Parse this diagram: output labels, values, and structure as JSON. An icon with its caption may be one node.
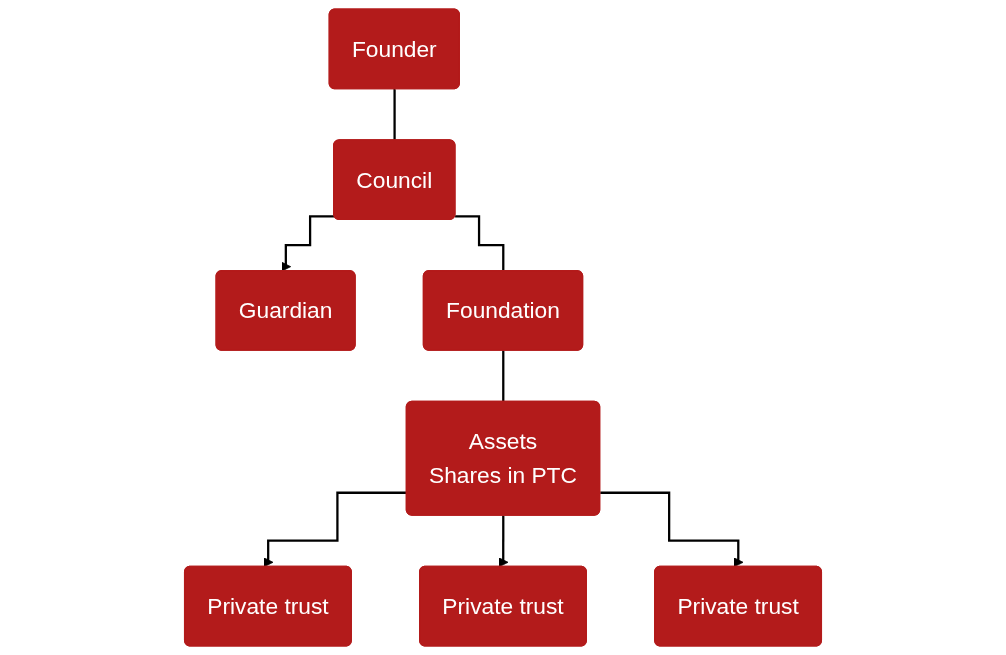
{
  "diagram": {
    "nodes": [
      {
        "text": [
          "Founder"
        ]
      },
      {
        "text": [
          "Council"
        ]
      },
      {
        "text": [
          "Guardian"
        ]
      },
      {
        "text": [
          "Foundation"
        ]
      },
      {
        "text": [
          "Assets",
          "Shares in PTC"
        ]
      },
      {
        "text": [
          "Private trust"
        ]
      },
      {
        "text": [
          "Private trust"
        ]
      },
      {
        "text": [
          "Private trust"
        ]
      }
    ],
    "edges": [
      {
        "from": 0,
        "to": 1,
        "arrow": "none"
      },
      {
        "from": 1,
        "to": 2,
        "arrow": "to"
      },
      {
        "from": 1,
        "to": 3,
        "arrow": "none"
      },
      {
        "from": 3,
        "to": 4,
        "arrow": "none"
      },
      {
        "from": 4,
        "to": 5,
        "arrow": "to"
      },
      {
        "from": 4,
        "to": 6,
        "arrow": "to"
      },
      {
        "from": 4,
        "to": 7,
        "arrow": "to"
      }
    ]
  }
}
